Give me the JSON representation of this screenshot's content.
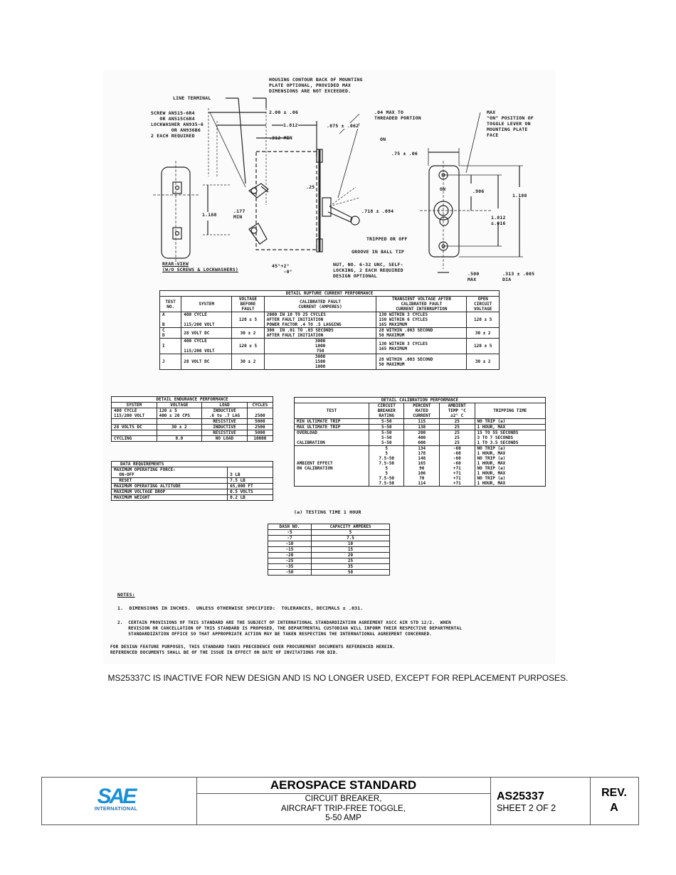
{
  "drawing": {
    "callouts": {
      "housing": "HOUSING CONTOUR BACK OF MOUNTING\nPLATE OPTIONAL, PROVIDED MAX\nDIMENSIONS ARE NOT EXCEEDED.",
      "line_terminal": "LINE TERMINAL",
      "screw": "SCREW AN515-6R4\n   OR AN515C6R4\nLOCKWASHER AN935-6\n       OR AN936B6\n2 EACH REQUIRED",
      "dim_200": "2.00 ± .06",
      "dim_1812": "1.812",
      "dim_875": ".875 ± .062",
      "dim_312": ".312 MIN",
      "threaded": ".04 MAX TO\nTHREADED PORTION",
      "on": "ON",
      "dim_75": ".75 ± .06",
      "max_on": "MAX\n\"ON\" POSITION OF\nTOGGLE LEVER ON\nMOUNTING PLATE\nFACE",
      "dim_25": ".25",
      "dim_177": ".177\nMIN",
      "dim_1188_left": "1.188",
      "dim_718": ".718 ± .094",
      "tripped": "TRIPPED OR OFF",
      "groove": "GROOVE IN BALL TIP",
      "nut": "NUT, NO. 6-32 UNC, SELF-\nLOCKING, 2 EACH REQUIRED\nDESIGN OPTIONAL",
      "angle": "45°+2°\n    -0°",
      "rear_view": "REAR VIEW\n(W/O SCREWS & LOCKWASHERS)",
      "dim_906": ".906",
      "on_label": "ON",
      "dim_1188_right": "1.188",
      "dim_1812_tol": "1.812\n±.016",
      "dim_500": ".500\nMAX",
      "dim_313": ".313 ± .005\nDIA"
    }
  },
  "rupture_table": {
    "title": "DETAIL RUPTURE CURRENT PERFORMANCE",
    "headers": [
      "TEST\nNO.",
      "SYSTEM",
      "VOLTAGE\nBEFORE\nFAULT",
      "CALIBRATED FAULT\nCURRENT (AMPERES)",
      "TRANSIENT VOLTAGE AFTER\nCALIBRATED FAULT\nCURRENT INTERRUPTION",
      "OPEN\nCIRCUIT\nVOLTAGE"
    ],
    "rows": [
      {
        "test": "A\n\nB",
        "system": "400 CYCLE\n\n115/200 VOLT",
        "voltage": "120 ± 5",
        "current": "2000 IN 10 TO 25 CYCLES\nAFTER FAULT INITIATION\nPOWER FACTOR .4 TO .5 LAGGING",
        "transient": "130 WITHIN 3 CYCLES\n150 WITHIN 6 CYCLES\n165 MAXIMUM",
        "open": "120 ± 5"
      },
      {
        "test": "C\nD",
        "system": "28 VOLT DC",
        "voltage": "30 ± 2",
        "current": "300  IN .01 TO .03 SECONDS\nAFTER FAULT INITIATION",
        "transient": "28 WITHIN .003 SECOND\n50 MAXIMUM",
        "open": "30 ± 2"
      },
      {
        "test": "I",
        "system": "400 CYCLE\n\n115/200 VOLT",
        "voltage": "120 ± 5",
        "current": "3000\n1000\n750",
        "transient": "130 WITHIN 3 CYCLES\n165 MAXIMUM",
        "open": "120 ± 5"
      },
      {
        "test": "J",
        "system": "28 VOLT DC",
        "voltage": "30 ± 2",
        "current": "3000\n1500\n1000",
        "transient": "28 WITHIN .003 SECOND\n50 MAXIMUM",
        "open": "30 ± 2"
      }
    ]
  },
  "endurance_table": {
    "title": "DETAIL ENDURANCE PERFORMANCE",
    "headers": [
      "SYSTEM",
      "VOLTAGE",
      "LOAD",
      "CYCLES"
    ],
    "rows": [
      {
        "system": "400 CYCLE\n115/200 VOLT",
        "voltage": "120 ± 5\n400 ± 20 CPS",
        "load": "INDUCTIVE\n.6 to .7 LAG",
        "cycles": "\n2500"
      },
      {
        "system": "",
        "voltage": "",
        "load": "RESISTIVE",
        "cycles": "5000"
      },
      {
        "system": "28 VOLTS DC",
        "voltage": "30 ± 2",
        "load": "INDUCTIVE",
        "cycles": "2500"
      },
      {
        "system": "",
        "voltage": "",
        "load": "RESISTIVE",
        "cycles": "5000"
      },
      {
        "system": "CYCLING",
        "voltage": "0.0",
        "load": "NO LOAD",
        "cycles": "10000"
      }
    ]
  },
  "data_requirements": {
    "title": "DATA REQUIREMENTS",
    "rows": [
      {
        "label": "MAXIMUM OPERATING FORCE:\n  ON-OFF",
        "value": "\n3 LB"
      },
      {
        "label": "  RESET",
        "value": "7.5 LB"
      },
      {
        "label": "MAXIMUM OPERATING ALTITUDE",
        "value": "65,000 FT"
      },
      {
        "label": "MAXIMUM VOLTAGE DROP",
        "value": "0.5 VOLTS"
      },
      {
        "label": "MAXIMUM WEIGHT",
        "value": "0.2 LB"
      }
    ]
  },
  "calibration_table": {
    "title": "DETAIL CALIBRATION PERFORMANCE",
    "headers": [
      "TEST",
      "CIRCUIT\nBREAKER\nRATING",
      "PERCENT\nRATED\nCURRENT",
      "AMBIENT\nTEMP °C\n±2° C",
      "TRIPPING TIME"
    ],
    "rows": [
      {
        "test": "MIN ULTIMATE TRIP",
        "rating": "5-50",
        "percent": "115",
        "temp": "25",
        "time": "NO TRIP (a)"
      },
      {
        "test": "MAX ULTIMATE TRIP",
        "rating": "5-50",
        "percent": "138",
        "temp": "25",
        "time": "1 HOUR, MAX"
      },
      {
        "test": "OVERLOAD\n\nCALIBRATION",
        "rating": "5-50\n5-50\n5-50",
        "percent": "200\n400\n600",
        "temp": "25\n25\n25",
        "time": "15 TO 55 SECONDS\n3 TO 7 SECONDS\n1 TO 3.5 SECONDS"
      },
      {
        "test": "AMBIENT EFFECT\nON CALIBRATION",
        "rating": "5\n5\n7.5-50\n7.5-50\n5\n5\n7.5-50\n7.5-50",
        "percent": "134\n178\n148\n165\n90\n106\n70\n114",
        "temp": "-60\n-60\n-60\n-60\n+71\n+71\n+71\n+71",
        "time": "NO TRIP (a)\n1 HOUR, MAX\nNO TRIP (a)\n1 HOUR, MAX\nNO TRIP (a)\n1 HOUR, MAX\nNO TRIP (a)\n1 HOUR, MAX"
      }
    ],
    "footnote": "(a) TESTING TIME 1 HOUR"
  },
  "dash_table": {
    "headers": [
      "DASH NO.",
      "CAPACITY AMPERES"
    ],
    "rows": [
      [
        "-5",
        "5"
      ],
      [
        "-7",
        "7.5"
      ],
      [
        "-10",
        "10"
      ],
      [
        "-15",
        "15"
      ],
      [
        "-20",
        "20"
      ],
      [
        "-25",
        "25"
      ],
      [
        "-35",
        "35"
      ],
      [
        "-50",
        "50"
      ]
    ]
  },
  "notes": {
    "heading": "NOTES:",
    "note1": "1.  DIMENSIONS IN INCHES.  UNLESS OTHERWISE SPECIFIED:  TOLERANCES, DECIMALS ± .031.",
    "note2": "2.  CERTAIN PROVISIONS OF THIS STANDARD ARE THE SUBJECT OF INTERNATIONAL STANDARDIZATION AGREEMENT ASCC AIR STD 12/2.  WHEN\n    REVISION OR CANCELLATION OF THIS STANDARD IS PROPOSED, THE DEPARTMENTAL CUSTODIAN WILL INFORM THEIR RESPECTIVE DEPARTMENTAL\n    STANDARDIZATION OFFICE SO THAT APPROPRIATE ACTION MAY BE TAKEN RESPECTING THE INTERNATIONAL AGREEMENT CONCERNED.",
    "design": "FOR DESIGN FEATURE PURPOSES, THIS STANDARD TAKES PRECEDENCE OVER PROCUREMENT DOCUMENTS REFERENCED HEREIN.\nREFERENCED DOCUMENTS SHALL BE OF THE ISSUE IN EFFECT ON DATE OF INVITATIONS FOR BID."
  },
  "inactive_notice": "MS25337C IS INACTIVE FOR NEW DESIGN AND IS NO LONGER USED, EXCEPT FOR REPLACEMENT PURPOSES.",
  "title_block": {
    "logo_text": "SAE",
    "logo_sub": "INTERNATIONAL",
    "logo_color": "#1a8fd6",
    "header": "AEROSPACE STANDARD",
    "title_line1": "CIRCUIT BREAKER,",
    "title_line2": "AIRCRAFT TRIP-FREE TOGGLE,",
    "title_line3": "5-50 AMP",
    "doc_number": "AS25337",
    "sheet": "SHEET 2 OF 2",
    "rev_label": "REV.",
    "rev_value": "A"
  }
}
